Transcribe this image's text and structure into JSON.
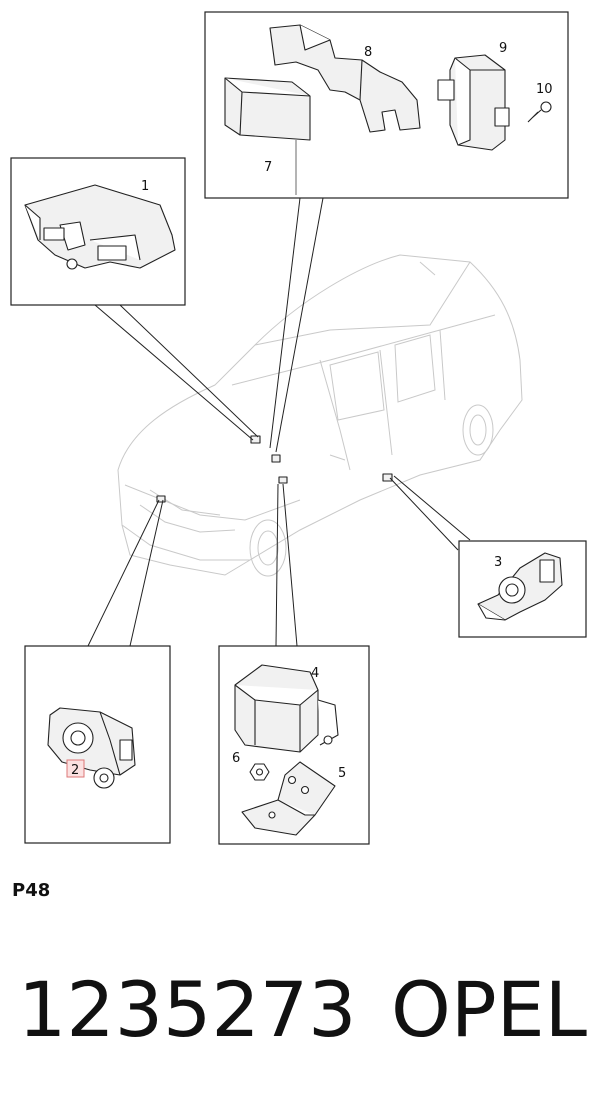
{
  "diagram": {
    "callouts": {
      "c1": "1",
      "c2": "2",
      "c3": "3",
      "c4": "4",
      "c5": "5",
      "c6": "6",
      "c7": "7",
      "c8": "8",
      "c9": "9",
      "c10": "10"
    }
  },
  "page_code": "P48",
  "footer": {
    "part_number": "1235273",
    "brand": "OPEL"
  },
  "colors": {
    "highlight_fill": "#fbe1e1",
    "highlight_stroke": "#dd7777"
  }
}
